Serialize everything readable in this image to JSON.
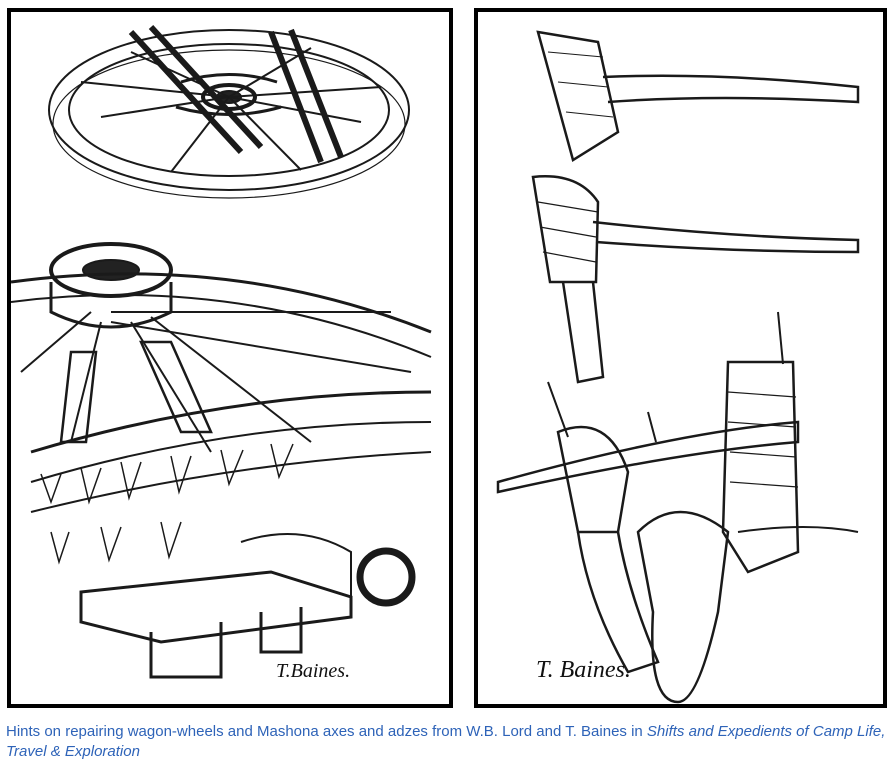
{
  "caption": {
    "plain": "Hints on repairing wagon-wheels and Mashona axes and adzes from W.B. Lord and T. Baines in ",
    "italic": "Shifts and Expedients of Camp Life, Travel & Exploration"
  },
  "left_panel": {
    "signature": "T.Baines."
  },
  "right_panel": {
    "signature": "T. Baines."
  },
  "colors": {
    "caption": "#2e63b8",
    "frame": "#000000",
    "ink": "#1a1a1a"
  }
}
